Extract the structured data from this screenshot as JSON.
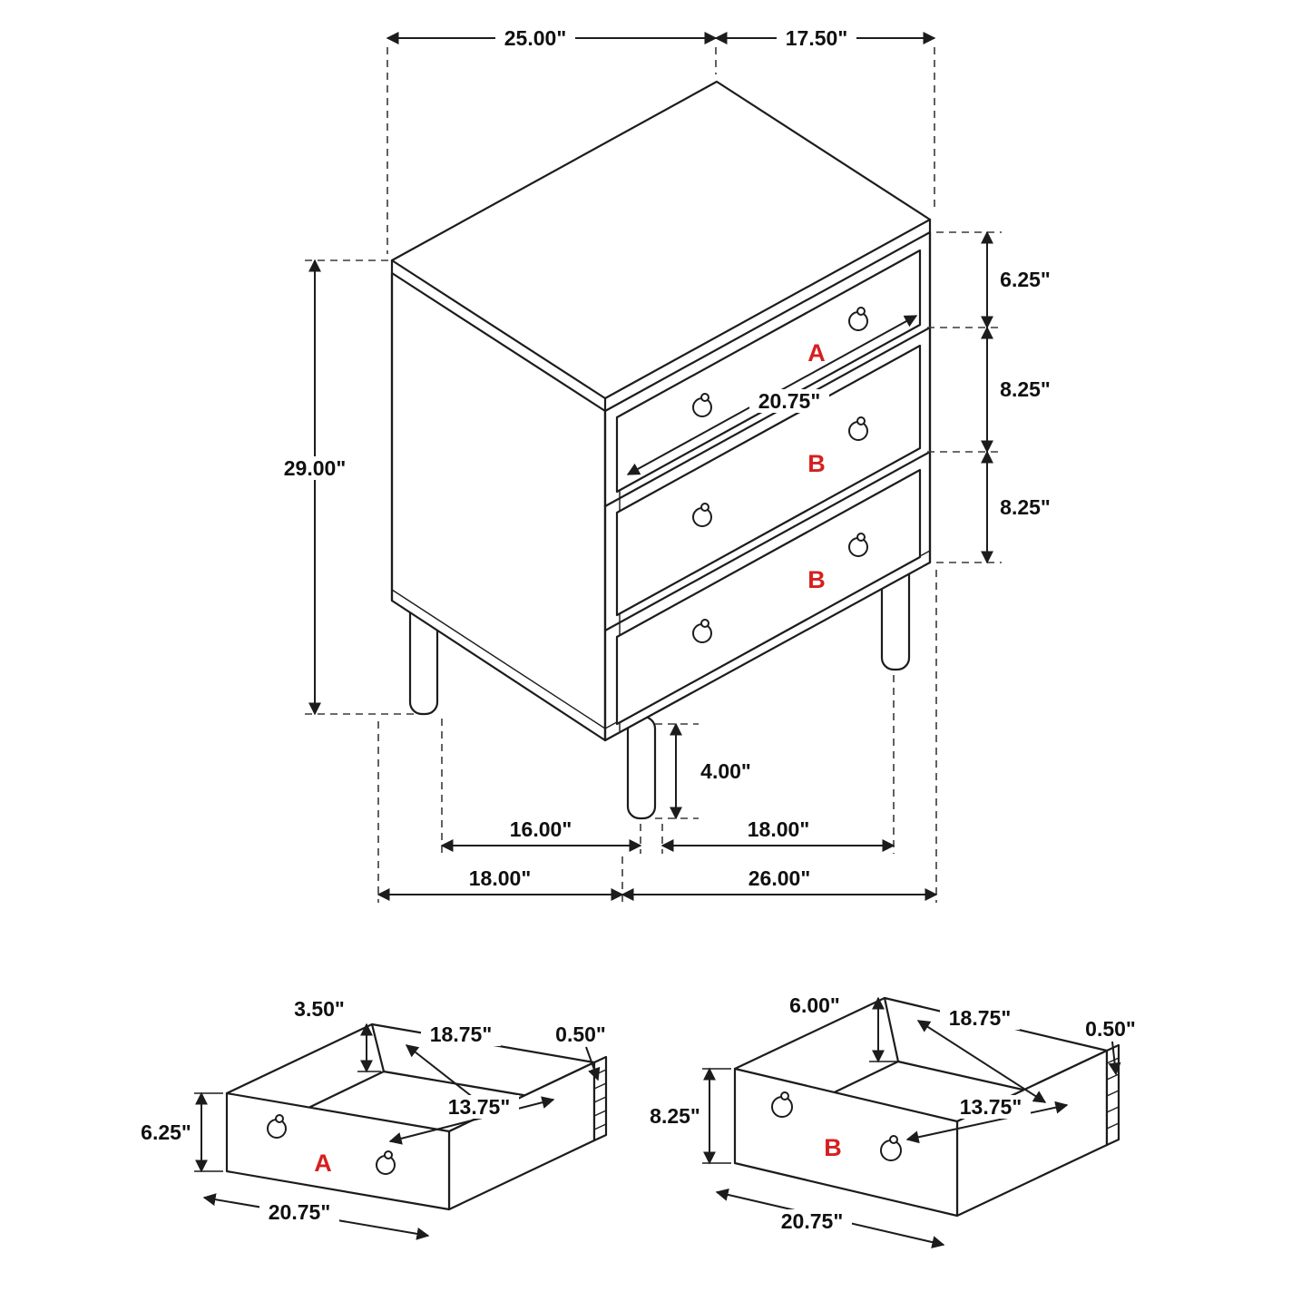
{
  "page": {
    "background": "#ffffff",
    "line_color": "#1c1c1c",
    "accent_red": "#d61f1f"
  },
  "main_view": {
    "name": "three-drawer nightstand isometric dimension drawing",
    "dims": {
      "top_width": "25.00\"",
      "top_depth": "17.50\"",
      "overall_height": "29.00\"",
      "top_drawer_height": "6.25\"",
      "middle_drawer_height": "8.25\"",
      "bottom_drawer_height": "8.25\"",
      "drawer_face_width": "20.75\"",
      "leg_height": "4.00\"",
      "front_leg_spacing": "16.00\"",
      "side_leg_spacing": "18.00\"",
      "base_depth": "18.00\"",
      "base_width": "26.00\""
    },
    "drawer_labels": {
      "top": "A",
      "middle": "B",
      "bottom": "B"
    }
  },
  "drawer_a_view": {
    "label": "A",
    "dims": {
      "box_side_height": "3.50\"",
      "inner_depth": "18.75\"",
      "side_thickness": "0.50\"",
      "inner_width": "13.75\"",
      "front_height": "6.25\"",
      "front_width": "20.75\""
    }
  },
  "drawer_b_view": {
    "label": "B",
    "dims": {
      "box_side_height": "6.00\"",
      "inner_depth": "18.75\"",
      "side_thickness": "0.50\"",
      "inner_width": "13.75\"",
      "front_height": "8.25\"",
      "front_width": "20.75\""
    }
  }
}
